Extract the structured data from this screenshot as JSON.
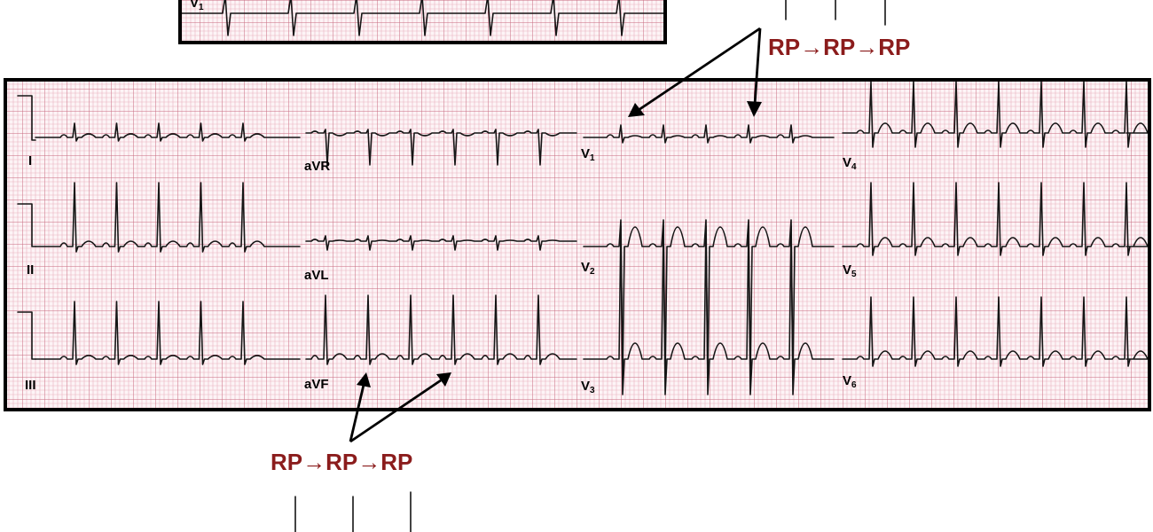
{
  "colors": {
    "paper": "#fdf4f6",
    "grid_minor": "#e9b3c0",
    "grid_major": "#c7697f",
    "trace": "#151515",
    "annotation": "#8b1c1c"
  },
  "top_strip": {
    "lead": "V",
    "lead_sub": "1"
  },
  "main_strip": {
    "leads": {
      "I": "I",
      "II": "II",
      "III": "III",
      "aVR": "aVR",
      "aVL": "aVL",
      "aVF": "aVF",
      "V": "V",
      "V1": "1",
      "V2": "2",
      "V3": "3",
      "V4": "4",
      "V5": "5",
      "V6": "6"
    }
  },
  "annotations": {
    "top_right": "RP→RP→RP",
    "bottom_left": "RP→RP→RP"
  }
}
